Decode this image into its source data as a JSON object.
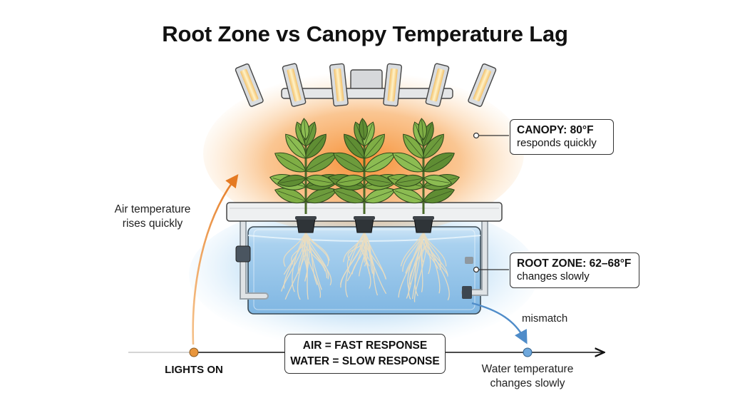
{
  "title": "Root Zone vs Canopy Temperature Lag",
  "canopy": {
    "heading": "CANOPY: 80°F",
    "note": "responds quickly"
  },
  "root_zone": {
    "heading": "ROOT ZONE: 62–68°F",
    "note": "changes slowly"
  },
  "air_annotation": [
    "Air temperature",
    "rises quickly"
  ],
  "mismatch": "mismatch",
  "timeline": {
    "start_label": "LIGHTS ON",
    "end_label": [
      "Water temperature",
      "changes slowly"
    ]
  },
  "response": {
    "air": "AIR = FAST RESPONSE",
    "water": "WATER = SLOW RESPONSE"
  },
  "colors": {
    "warm_glow": "#f7a04a",
    "cool_glow": "#8fc6ee",
    "water": "#9ec9ea",
    "leaf": "#6d9b3c",
    "orange_marker": "#e9963c",
    "blue_marker": "#6fa8dc",
    "arrow_blue": "#4f8cc9"
  }
}
